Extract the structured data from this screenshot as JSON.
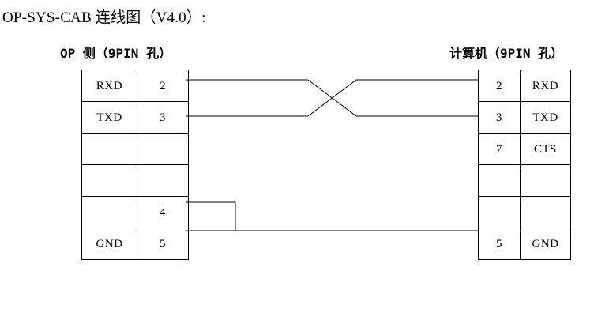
{
  "title": "OP-SYS-CAB 连线图（V4.0）:",
  "headers": {
    "left": "OP 侧（9PIN 孔）",
    "right": "计算机（9PIN 孔）"
  },
  "left_connector": {
    "columns": [
      "signal",
      "pin"
    ],
    "rows": [
      {
        "signal": "RXD",
        "pin": "2"
      },
      {
        "signal": "TXD",
        "pin": "3"
      },
      {
        "signal": "",
        "pin": ""
      },
      {
        "signal": "",
        "pin": ""
      },
      {
        "signal": "",
        "pin": "4"
      },
      {
        "signal": "GND",
        "pin": "5"
      }
    ]
  },
  "right_connector": {
    "columns": [
      "pin",
      "signal"
    ],
    "rows": [
      {
        "pin": "2",
        "signal": "RXD"
      },
      {
        "pin": "3",
        "signal": "TXD"
      },
      {
        "pin": "7",
        "signal": "CTS"
      },
      {
        "pin": "",
        "signal": ""
      },
      {
        "pin": "",
        "signal": ""
      },
      {
        "pin": "5",
        "signal": "GND"
      }
    ]
  },
  "wiring": {
    "connections": [
      {
        "name": "rxd-to-txd",
        "from": "left-pin-2",
        "to": "right-pin-3",
        "crossed": true
      },
      {
        "name": "txd-to-rxd",
        "from": "left-pin-3",
        "to": "right-pin-2",
        "crossed": true
      },
      {
        "name": "gnd-to-gnd",
        "from": "left-pin-5",
        "to": "right-pin-5",
        "crossed": false
      },
      {
        "name": "pin4-jumper-to-gnd",
        "from": "left-pin-4",
        "to": "left-pin-5",
        "crossed": false
      }
    ],
    "line_color": "#000000",
    "line_width": 1
  }
}
